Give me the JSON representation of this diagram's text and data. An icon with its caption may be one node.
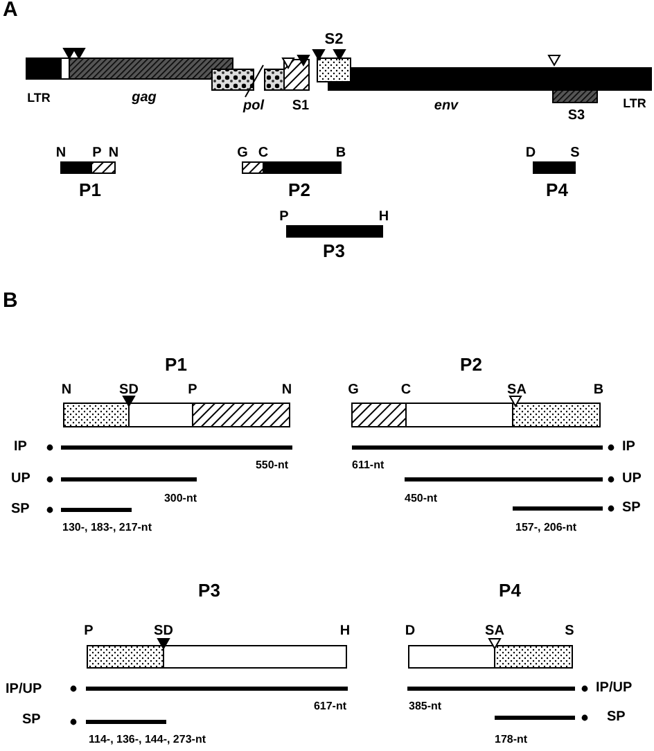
{
  "diagram": {
    "labels": [
      "A",
      "S2",
      "LTR",
      "gag",
      "pol",
      "S1",
      "env",
      "LTR",
      "S3",
      "N",
      "P",
      "N",
      "G",
      "C",
      "B",
      "D",
      "S",
      "P1",
      "P2",
      "P4",
      "P",
      "H",
      "P3",
      "B",
      "P1",
      "P2",
      "N",
      "SD",
      "P",
      "N",
      "G",
      "C",
      "SA",
      "B",
      "IP",
      "IP",
      "550-nt",
      "611-nt",
      "UP",
      "UP",
      "300-nt",
      "450-nt",
      "SP",
      "SP",
      "130-, 183-, 217-nt",
      "157-, 206-nt",
      "P3",
      "P4",
      "P",
      "SD",
      "H",
      "D",
      "SA",
      "S",
      "IP/UP",
      "IP/UP",
      "617-nt",
      "385-nt",
      "SP",
      "SP",
      "114-, 136-, 144-, 273-nt",
      "178-nt"
    ]
  }
}
